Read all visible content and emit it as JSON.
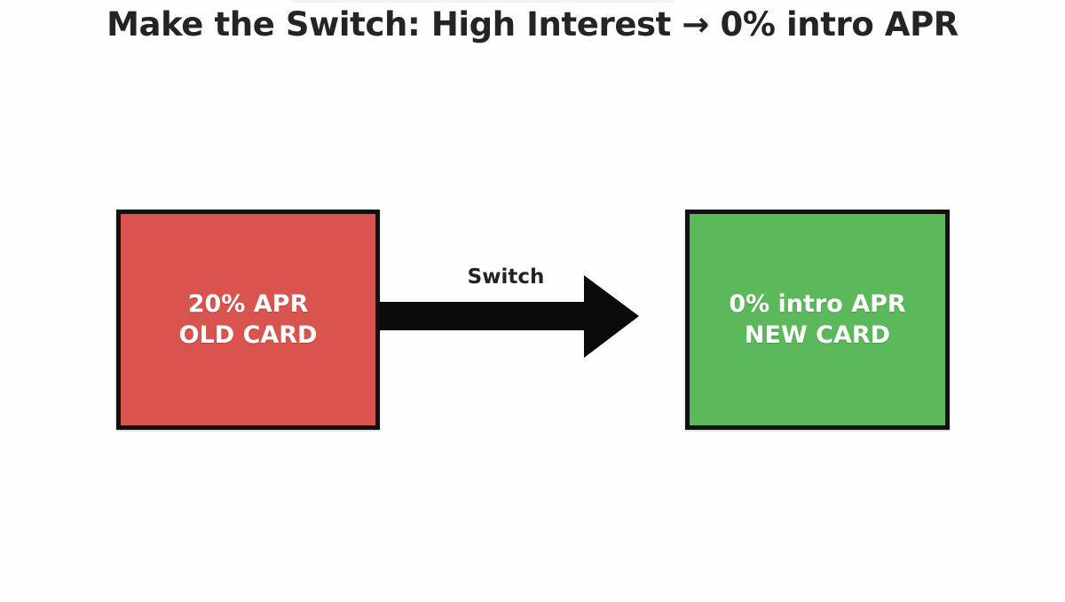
{
  "page": {
    "title": "Make the Switch: High Interest → 0% intro APR",
    "background_color": "#fefefe"
  },
  "diagram": {
    "type": "flow",
    "nodes": [
      {
        "id": "old-card",
        "line1": "20% APR",
        "line2": "OLD CARD",
        "fill_color": "#d9534f",
        "border_color": "#111111",
        "text_color": "#ffffff"
      },
      {
        "id": "new-card",
        "line1": "0% intro APR",
        "line2": "NEW CARD",
        "fill_color": "#5bb85b",
        "border_color": "#111111",
        "text_color": "#ffffff"
      }
    ],
    "edge": {
      "label": "Switch",
      "color": "#0b0b0b",
      "direction": "left-to-right",
      "from": "old-card",
      "to": "new-card"
    }
  }
}
